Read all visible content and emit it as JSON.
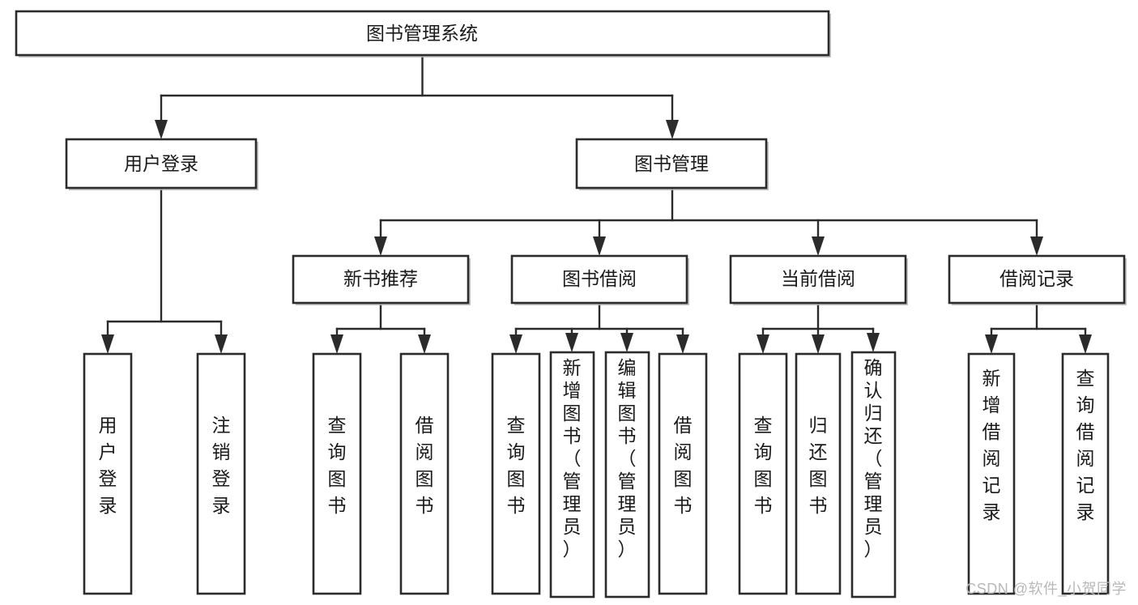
{
  "diagram": {
    "type": "tree-hierarchy-chart",
    "title_text": "图书管理系统",
    "watermark": "CSDN @软件_小贺同学",
    "colors": {
      "box_stroke": "#2b2b2b",
      "box_fill": "#ffffff",
      "connector": "#2b2b2b",
      "text": "#1a1a1a",
      "watermark": "#b8b8b8",
      "background": "#ffffff"
    },
    "nodes": {
      "root": {
        "label": "图书管理系统"
      },
      "level2": [
        {
          "id": "user-login",
          "label": "用户登录"
        },
        {
          "id": "book-management",
          "label": "图书管理"
        }
      ],
      "level3": [
        {
          "id": "new-book-recommend",
          "label": "新书推荐"
        },
        {
          "id": "book-borrow",
          "label": "图书借阅"
        },
        {
          "id": "current-borrow",
          "label": "当前借阅"
        },
        {
          "id": "borrow-record",
          "label": "借阅记录"
        }
      ],
      "leaves": {
        "user-login": [
          {
            "id": "leaf-user-login",
            "label": "用户登录"
          },
          {
            "id": "leaf-user-logout",
            "label": "注销登录"
          }
        ],
        "new-book-recommend": [
          {
            "id": "leaf-query-book-1",
            "label": "查询图书"
          },
          {
            "id": "leaf-borrow-book-1",
            "label": "借阅图书"
          }
        ],
        "book-borrow": [
          {
            "id": "leaf-query-book-2",
            "label": "查询图书"
          },
          {
            "id": "leaf-add-book",
            "label": "新增图书（管理员）"
          },
          {
            "id": "leaf-edit-book",
            "label": "编辑图书（管理员）"
          },
          {
            "id": "leaf-borrow-book-2",
            "label": "借阅图书"
          }
        ],
        "current-borrow": [
          {
            "id": "leaf-query-book-3",
            "label": "查询图书"
          },
          {
            "id": "leaf-return-book",
            "label": "归还图书"
          },
          {
            "id": "leaf-confirm-return",
            "label": "确认归还（管理员）"
          }
        ],
        "borrow-record": [
          {
            "id": "leaf-add-record",
            "label": "新增借阅记录"
          },
          {
            "id": "leaf-query-record",
            "label": "查询借阅记录"
          }
        ]
      }
    }
  }
}
